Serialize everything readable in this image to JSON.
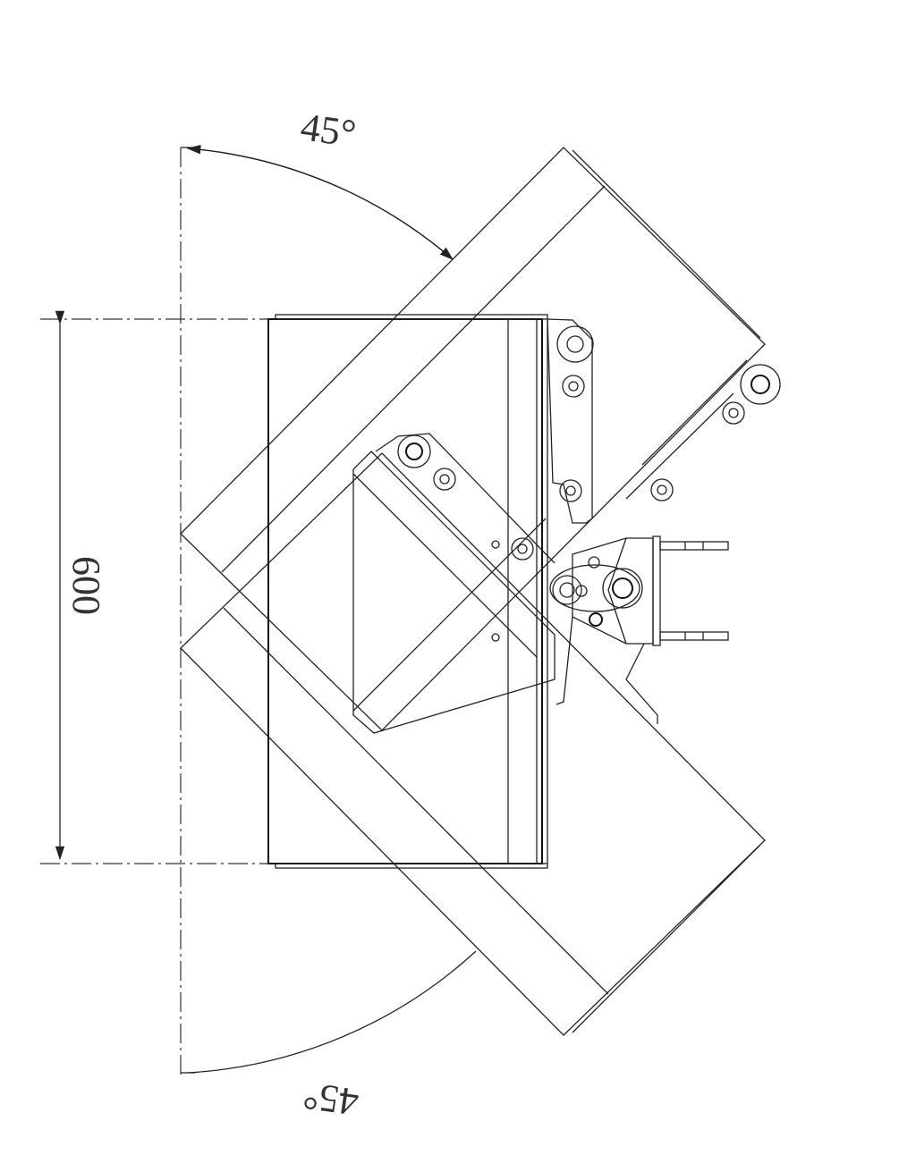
{
  "drawing": {
    "angle_top_label": "45°",
    "angle_bottom_label": "45°",
    "width_dimension_label": "600"
  },
  "colors": {
    "line": "#222222",
    "background": "#ffffff"
  }
}
